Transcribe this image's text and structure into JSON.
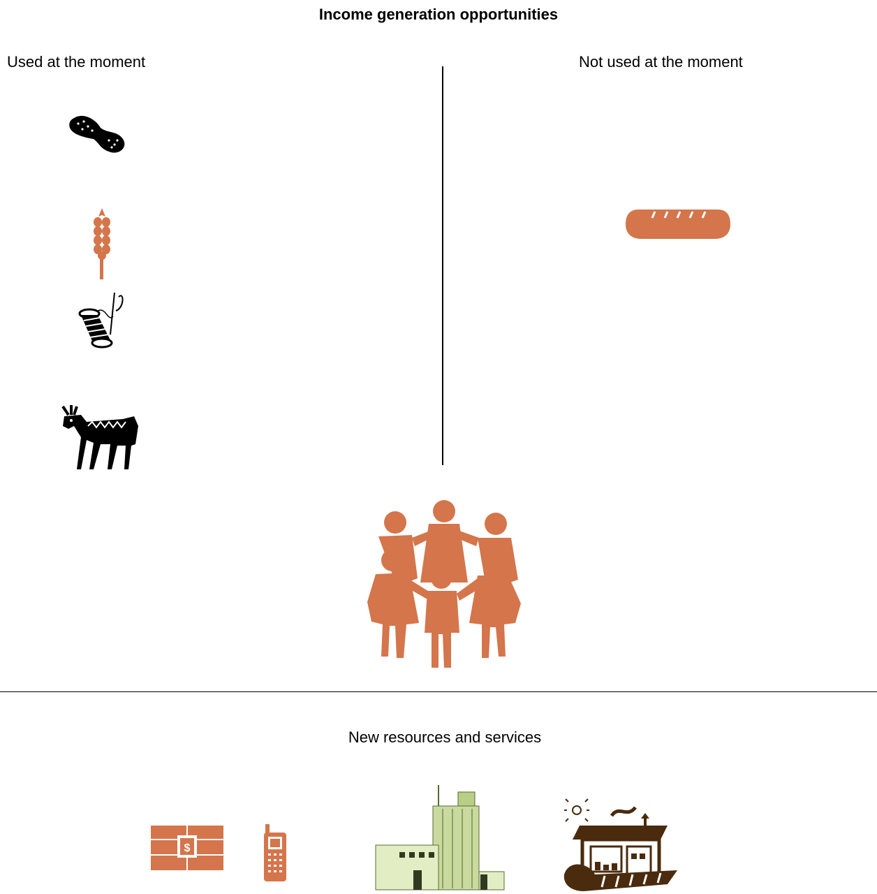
{
  "title": "Income generation opportunities",
  "columns": {
    "used": {
      "heading": "Used at the moment",
      "icons": [
        "peanut-icon",
        "wheat-icon",
        "thread-spool-icon",
        "goat-icon"
      ]
    },
    "not_used": {
      "heading": "Not used at the moment",
      "icons": [
        "bread-loaf-icon"
      ]
    }
  },
  "center_icon": "people-group-icon",
  "new_resources": {
    "heading": "New resources and services",
    "icons": [
      "bank-safe-icon",
      "mobile-phone-icon",
      "grain-factory-icon",
      "market-shop-icon"
    ]
  },
  "colors": {
    "accent": "#d4754b",
    "dark": "#000000",
    "factory": "#c9d9a0"
  }
}
